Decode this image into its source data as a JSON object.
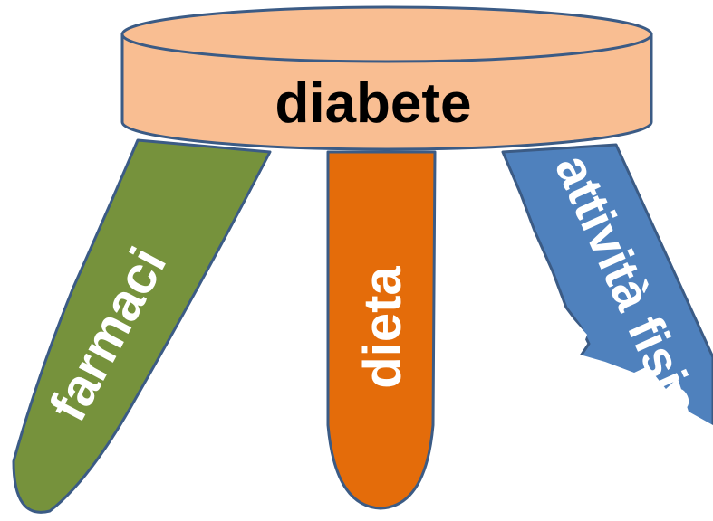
{
  "seat": {
    "label": "diabete",
    "color": "#F9BE92",
    "outline": "#3B5B85"
  },
  "legs": [
    {
      "name": "farmaci",
      "label": "farmaci",
      "color": "#76923C"
    },
    {
      "name": "dieta",
      "label": "dieta",
      "color": "#E46C0A"
    },
    {
      "name": "attivita-fisica",
      "label": "attività fisica",
      "color": "#4F81BD"
    }
  ]
}
